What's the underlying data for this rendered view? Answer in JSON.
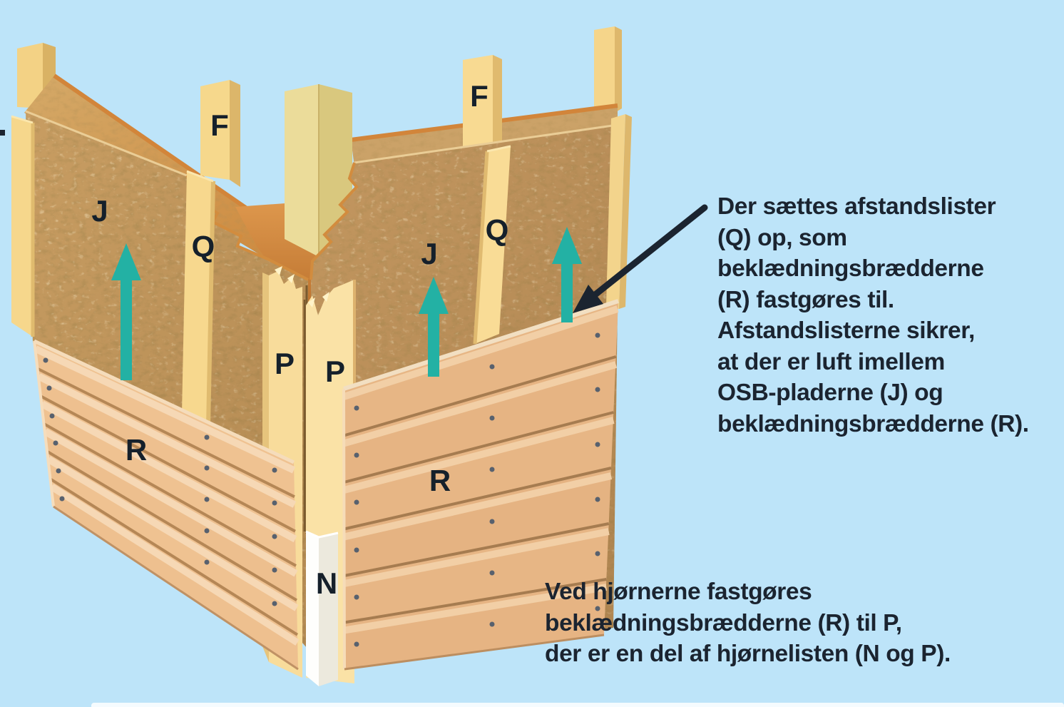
{
  "scene": {
    "title": "Wall corner cladding construction diagram",
    "background_color": "#BDE4F9",
    "colors": {
      "osb_panel": "#C49A60",
      "osb_back_face": "#D08F46",
      "osb_edge_orange": "#D2853A",
      "batten_wood": "#F7D98F",
      "corner_post": "#E6D694",
      "cladding_left": "#EFC291",
      "cladding_right": "#E7B685",
      "corner_strip_white": "#FBFAF4",
      "arrow_teal": "#23B1A4",
      "pointer_black": "#1B2430",
      "text_color": "#1B2430"
    }
  },
  "labels": [
    {
      "id": "F-left",
      "text": "F"
    },
    {
      "id": "F-right",
      "text": "F"
    },
    {
      "id": "J-left",
      "text": "J"
    },
    {
      "id": "J-right",
      "text": "J"
    },
    {
      "id": "Q-left",
      "text": "Q"
    },
    {
      "id": "Q-right",
      "text": "Q"
    },
    {
      "id": "P-left",
      "text": "P"
    },
    {
      "id": "P-right",
      "text": "P"
    },
    {
      "id": "R-left",
      "text": "R"
    },
    {
      "id": "R-right",
      "text": "R"
    },
    {
      "id": "N",
      "text": "N"
    }
  ],
  "notes": {
    "right_note": "Der sættes afstandslister\n(Q) op, som\nbeklædningsbrædderne\n(R) fastgøres til.\nAfstandslisterne sikrer,\nat der er luft imellem\nOSB-pladerne (J) og\nbeklædningsbrædderne (R).",
    "bottom_note": "Ved hjørnerne fastgøres\nbeklædningsbrædderne (R) til P,\nder er en del af hjørnelisten (N og P)."
  }
}
